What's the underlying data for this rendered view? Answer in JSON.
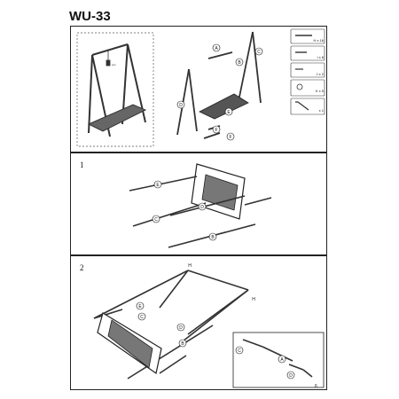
{
  "title": "WU-33",
  "page_number": "6",
  "hardware": {
    "items": [
      {
        "icon": "long-bolt-icon",
        "qty": "H x 16"
      },
      {
        "icon": "short-bolt-icon",
        "qty": "I x 8"
      },
      {
        "icon": "nut-icon",
        "qty": "J x 2"
      },
      {
        "icon": "cap-icon",
        "qty": "K x 5"
      },
      {
        "icon": "allen-key-icon",
        "qty": "x 1"
      }
    ]
  },
  "overview": {
    "hint": "pcs"
  },
  "parts": [
    "A",
    "B",
    "C",
    "D",
    "E",
    "F"
  ],
  "steps": [
    {
      "number": "1",
      "labels": [
        "E",
        "C",
        "D",
        "B"
      ]
    },
    {
      "number": "2",
      "labels": [
        "H",
        "H",
        "E",
        "C",
        "D",
        "B"
      ],
      "detail_labels": [
        "C",
        "A",
        "D"
      ]
    }
  ]
}
